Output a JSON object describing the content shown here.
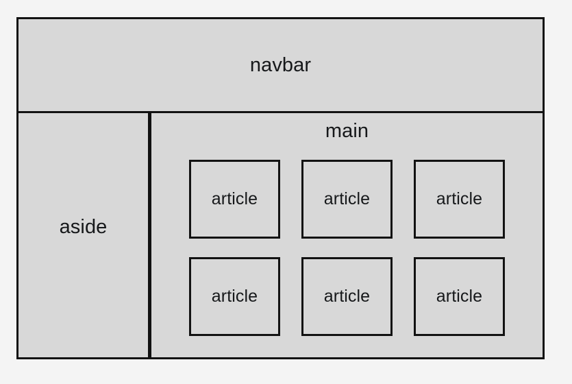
{
  "diagram": {
    "kind": "html-page-layout-wireframe",
    "page_background": "#f4f4f4",
    "region_fill": "#d8d8d8",
    "border_color": "#121212",
    "text_color": "#16181a",
    "navbar": {
      "label": "navbar"
    },
    "aside": {
      "label": "aside"
    },
    "main": {
      "label": "main",
      "articles": [
        {
          "label": "article"
        },
        {
          "label": "article"
        },
        {
          "label": "article"
        },
        {
          "label": "article"
        },
        {
          "label": "article"
        },
        {
          "label": "article"
        }
      ]
    }
  }
}
